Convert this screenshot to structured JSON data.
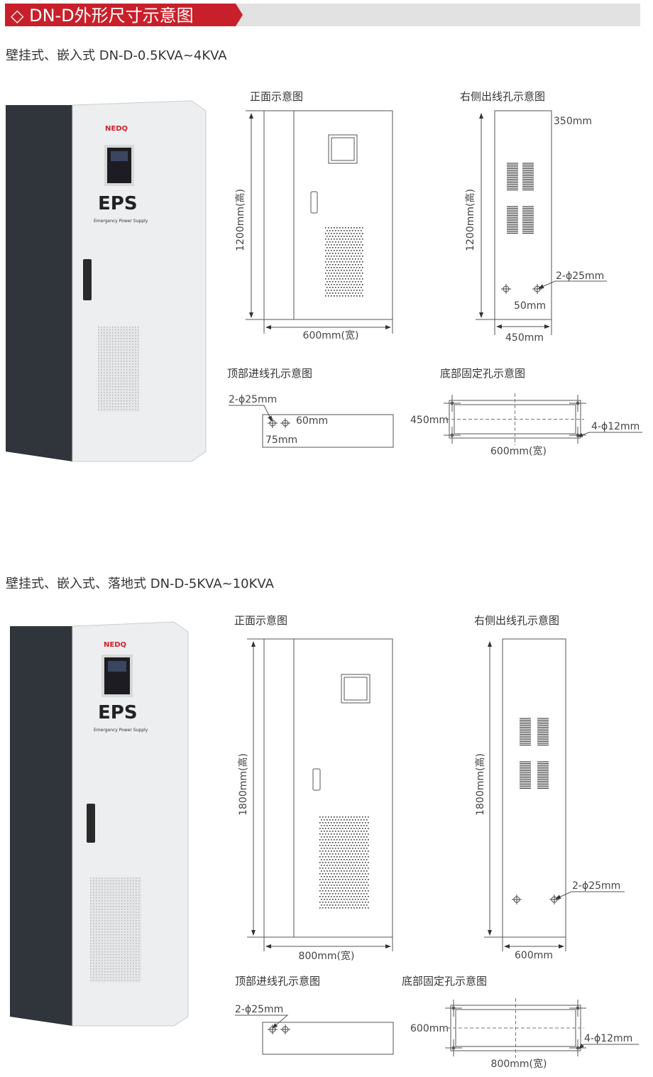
{
  "header": {
    "title": "◇ DN-D外形尺寸示意图",
    "accent_color": "#c8202a",
    "bar_color": "#e2e2e2"
  },
  "sections": [
    {
      "subtitle": "壁挂式、嵌入式 DN-D-0.5KVA~4KVA",
      "product": {
        "brand": "NEDQ",
        "name": "EPS",
        "tagline": "Emergency Power Supply"
      },
      "front": {
        "title": "正面示意图",
        "height": "1200mm(高)",
        "width": "600mm(宽)"
      },
      "side": {
        "title": "右侧出线孔示意图",
        "depth_top": "350mm",
        "holes": "2-ϕ25mm",
        "hole_offset": "50mm",
        "height": "1200mm(高)",
        "width": "450mm"
      },
      "top": {
        "title": "顶部进线孔示意图",
        "holes": "2-ϕ25mm",
        "offset_x": "60mm",
        "offset_y": "75mm"
      },
      "bottom": {
        "title": "底部固定孔示意图",
        "depth": "450mm",
        "holes": "4-ϕ12mm",
        "width": "600mm(宽)"
      }
    },
    {
      "subtitle": "壁挂式、嵌入式、落地式 DN-D-5KVA~10KVA",
      "product": {
        "brand": "NEDQ",
        "name": "EPS",
        "tagline": "Emergency Power Supply"
      },
      "front": {
        "title": "正面示意图",
        "height": "1800mm(高)",
        "width": "800mm(宽)"
      },
      "side": {
        "title": "右侧出线孔示意图",
        "holes": "2-ϕ25mm",
        "height": "1800mm(高)",
        "width": "600mm"
      },
      "top": {
        "title": "顶部进线孔示意图",
        "holes": "2-ϕ25mm"
      },
      "bottom": {
        "title": "底部固定孔示意图",
        "depth": "600mm",
        "holes": "4-ϕ12mm",
        "width": "800mm(宽)"
      }
    }
  ]
}
